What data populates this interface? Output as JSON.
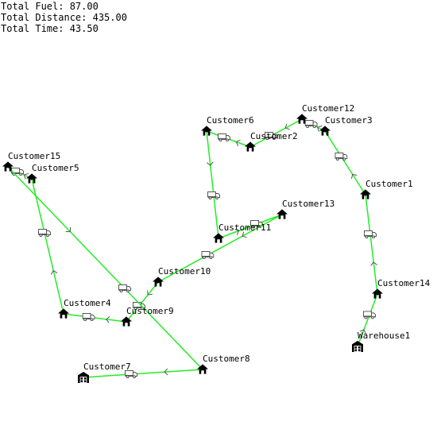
{
  "stats": {
    "fuel": "Total Fuel: 87.00",
    "distance": "Total Distance: 435.00",
    "time": "Total Time: 43.50"
  },
  "colors": {
    "route": "#22ee22",
    "icon": "#000000",
    "truck": "#555555"
  },
  "icons": {
    "node": "house-icon",
    "depot": "warehouse-icon",
    "vehicle": "truck-icon"
  },
  "nodes": [
    {
      "id": "Warehouse1",
      "label": "Warehouse1",
      "type": "depot"
    },
    {
      "id": "Customer14",
      "label": "Customer14",
      "type": "customer"
    },
    {
      "id": "Customer1",
      "label": "Customer1",
      "type": "customer"
    },
    {
      "id": "Customer3",
      "label": "Customer3",
      "type": "customer"
    },
    {
      "id": "Customer12",
      "label": "Customer12",
      "type": "customer"
    },
    {
      "id": "Customer2",
      "label": "Customer2",
      "type": "customer"
    },
    {
      "id": "Customer6",
      "label": "Customer6",
      "type": "customer"
    },
    {
      "id": "Customer11",
      "label": "Customer11",
      "type": "customer"
    },
    {
      "id": "Customer13",
      "label": "Customer13",
      "type": "customer"
    },
    {
      "id": "Customer10",
      "label": "Customer10",
      "type": "customer"
    },
    {
      "id": "Customer9",
      "label": "Customer9",
      "type": "customer"
    },
    {
      "id": "Customer4",
      "label": "Customer4",
      "type": "customer"
    },
    {
      "id": "Customer5",
      "label": "Customer5",
      "type": "customer"
    },
    {
      "id": "Customer15",
      "label": "Customer15",
      "type": "customer"
    },
    {
      "id": "Customer8",
      "label": "Customer8",
      "type": "customer"
    },
    {
      "id": "Customer7",
      "label": "Customer7",
      "type": "depot"
    }
  ],
  "routes": [
    [
      "Warehouse1",
      "Customer14"
    ],
    [
      "Customer14",
      "Customer1"
    ],
    [
      "Customer1",
      "Customer3"
    ],
    [
      "Customer3",
      "Customer12"
    ],
    [
      "Customer12",
      "Customer2"
    ],
    [
      "Customer2",
      "Customer6"
    ],
    [
      "Customer6",
      "Customer11"
    ],
    [
      "Customer11",
      "Customer13"
    ],
    [
      "Customer13",
      "Customer10"
    ],
    [
      "Customer10",
      "Customer9"
    ],
    [
      "Customer9",
      "Customer4"
    ],
    [
      "Customer4",
      "Customer5"
    ],
    [
      "Customer5",
      "Customer15"
    ],
    [
      "Customer15",
      "Customer8"
    ],
    [
      "Customer8",
      "Customer7"
    ]
  ]
}
